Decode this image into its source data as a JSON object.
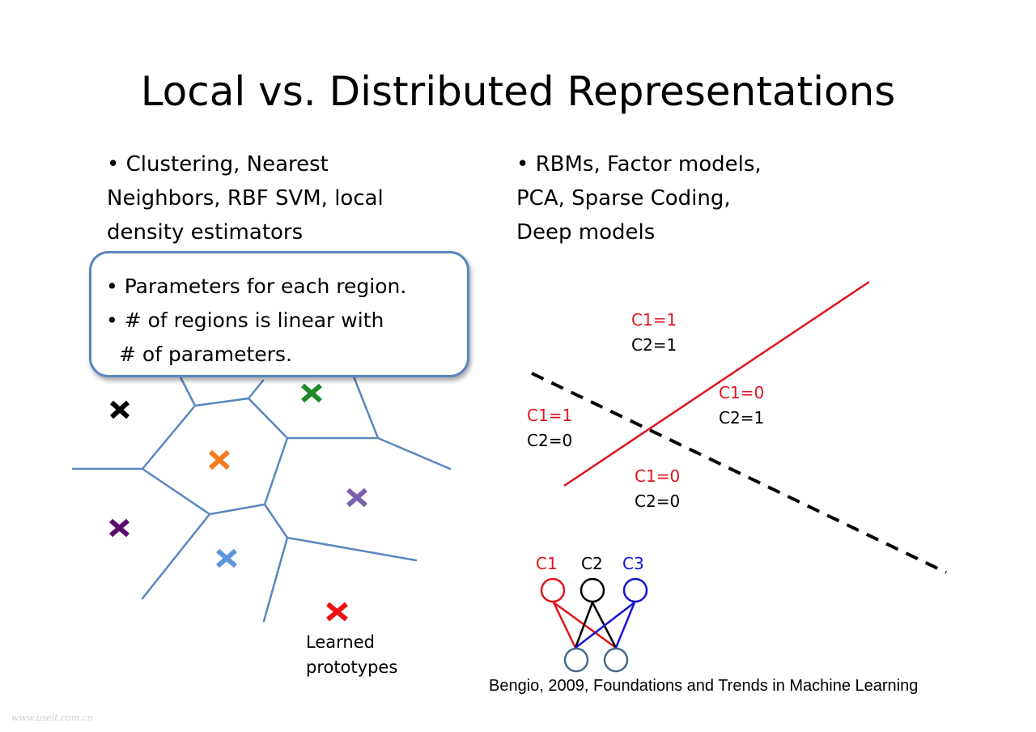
{
  "slide": {
    "title": "Local vs. Distributed Representations",
    "left_column": {
      "bullet_lines": [
        "• Clustering, Nearest",
        "Neighbors, RBF SVM, local",
        "density estimators"
      ],
      "callout_lines": [
        "• Parameters for each region.",
        "• # of regions is linear with",
        "# of parameters."
      ],
      "prototypes_label_lines": [
        "Learned",
        "prototypes"
      ],
      "prototypes": [
        {
          "name": "black",
          "color": "#000000"
        },
        {
          "name": "green",
          "color": "#1e8a2a"
        },
        {
          "name": "orange",
          "color": "#f47a1f"
        },
        {
          "name": "lavender",
          "color": "#7b62a8"
        },
        {
          "name": "dark-purple",
          "color": "#5a0d6a"
        },
        {
          "name": "light-blue",
          "color": "#5d96dc"
        },
        {
          "name": "red",
          "color": "#ef1111"
        }
      ],
      "region_boundary_color": "#5b86c0"
    },
    "right_column": {
      "bullet_lines": [
        "• RBMs, Factor models,",
        "PCA, Sparse Coding,",
        "Deep models"
      ],
      "regions": [
        {
          "c1": "C1=1",
          "c2": "C2=1"
        },
        {
          "c1": "C1=0",
          "c2": "C2=1"
        },
        {
          "c1": "C1=1",
          "c2": "C2=0"
        },
        {
          "c1": "C1=0",
          "c2": "C2=0"
        }
      ],
      "network": {
        "hidden_units": [
          {
            "label": "C1",
            "color": "#e0141e"
          },
          {
            "label": "C2",
            "color": "#000000"
          },
          {
            "label": "C3",
            "color": "#1414d2"
          }
        ],
        "visible_units": 2,
        "visible_color": "#4a6a8a"
      },
      "line_colors": {
        "c1_boundary": "#e0141e",
        "c2_boundary": "#000000"
      }
    },
    "citation": "Bengio, 2009, Foundations and Trends in Machine Learning",
    "watermark": "www.useit.com.cn"
  }
}
